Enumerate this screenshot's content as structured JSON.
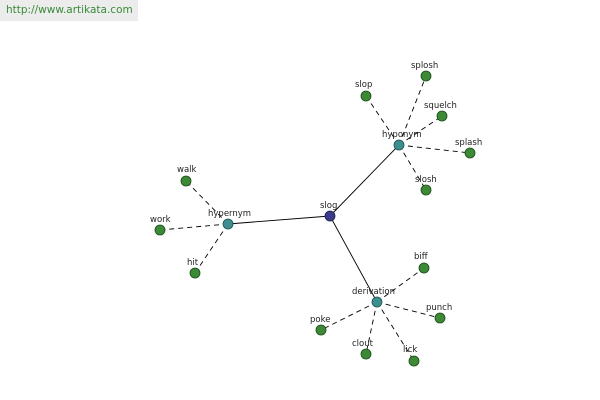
{
  "header": {
    "url": "http://www.artikata.com"
  },
  "graph": {
    "center": "slog",
    "relations": [
      {
        "id": "hyponym",
        "label": "hyponym",
        "words": [
          "slop",
          "splosh",
          "squelch",
          "splash",
          "slosh"
        ]
      },
      {
        "id": "hypernym",
        "label": "hypernym",
        "words": [
          "walk",
          "work",
          "hit"
        ]
      },
      {
        "id": "derivation",
        "label": "derivation",
        "words": [
          "biff",
          "punch",
          "lick",
          "clout",
          "poke"
        ]
      }
    ]
  },
  "colors": {
    "center_node": "#3b3b8a",
    "relation_node": "#3d8f8f",
    "word_node": "#3c8a36",
    "url_text": "#3a8a3a"
  }
}
